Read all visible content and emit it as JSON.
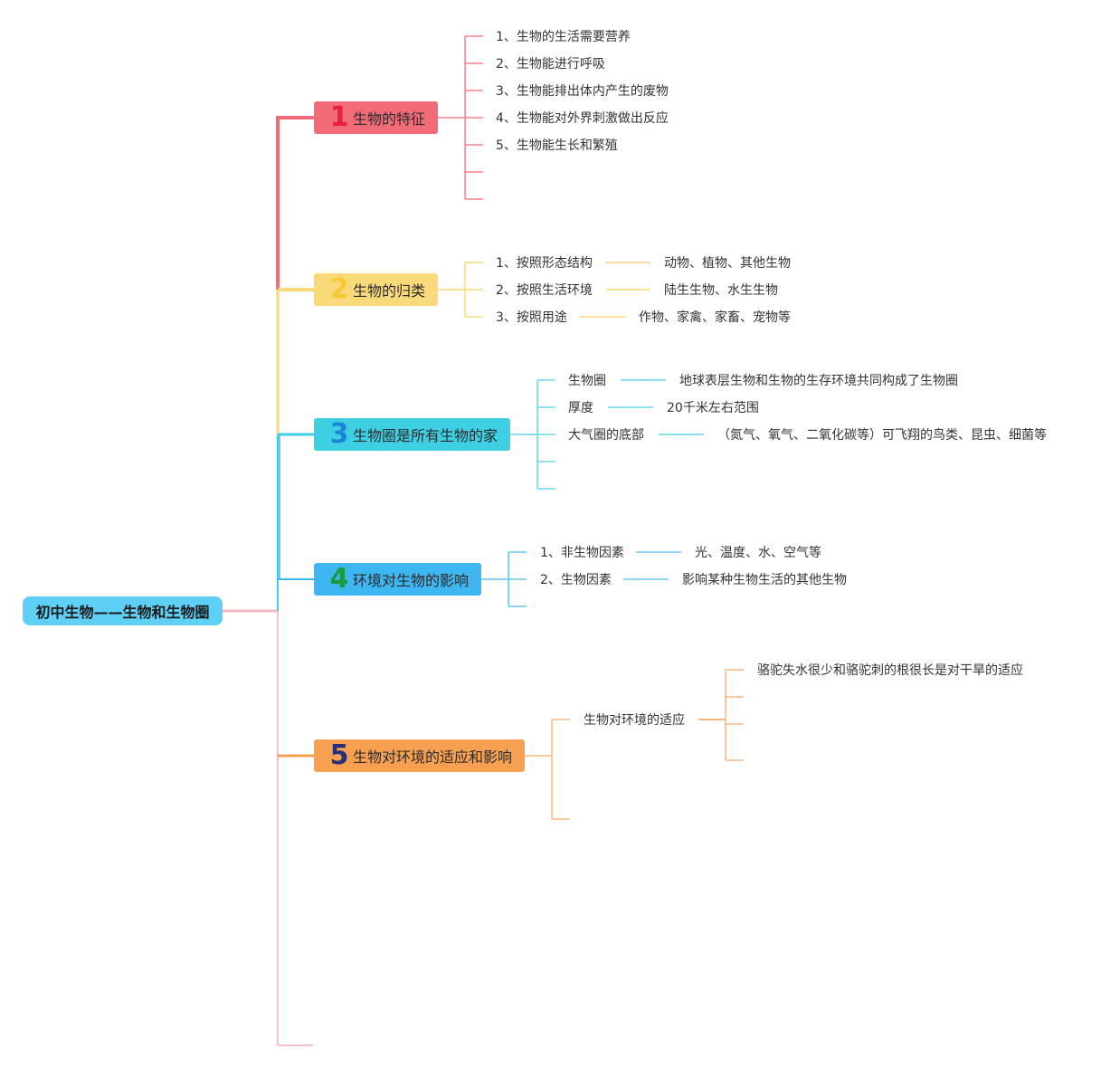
{
  "root": {
    "label": "初中生物——生物和生物圈",
    "color": "#5fd0f5"
  },
  "branches": [
    {
      "number": "1",
      "label": "生物的特征",
      "color": "#f26b78",
      "number_color": "#e8203c",
      "items": [
        "1、生物的生活需要营养",
        "2、生物能进行呼吸",
        "3、生物能排出体内产生的废物",
        "4、生物能对外界刺激做出反应",
        "5、生物能生长和繁殖"
      ]
    },
    {
      "number": "2",
      "label": "生物的归类",
      "color": "#fad97a",
      "number_color": "#f7c832",
      "items": [
        {
          "label": "1、按照形态结构",
          "detail": "动物、植物、其他生物"
        },
        {
          "label": "2、按照生活环境",
          "detail": "陆生生物、水生生物"
        },
        {
          "label": "3、按照用途",
          "detail": "作物、家禽、家畜、宠物等"
        }
      ]
    },
    {
      "number": "3",
      "label": "生物圈是所有生物的家",
      "color": "#3ecfe4",
      "number_color": "#1b86d8",
      "items": [
        {
          "label": "生物圈",
          "detail": "地球表层生物和生物的生存环境共同构成了生物圈"
        },
        {
          "label": "厚度",
          "detail": "20千米左右范围"
        },
        {
          "label": "大气圈的底部",
          "detail": "（氮气、氧气、二氧化碳等）可飞翔的鸟类、昆虫、细菌等"
        }
      ]
    },
    {
      "number": "4",
      "label": "环境对生物的影响",
      "color": "#3db6f2",
      "number_color": "#1a9a3c",
      "items": [
        {
          "label": "1、非生物因素",
          "detail": "光、温度、水、空气等"
        },
        {
          "label": "2、生物因素",
          "detail": "影响某种生物生活的其他生物"
        }
      ]
    },
    {
      "number": "5",
      "label": "生物对环境的适应和影响",
      "color": "#f7a052",
      "number_color": "#2a2f7a",
      "items": [
        {
          "label": "生物对环境的适应",
          "detail": "骆驼失水很少和骆驼刺的根很长是对干旱的适应"
        }
      ]
    }
  ],
  "trunk_colors": {
    "root_link": "#f4b8bf",
    "pink_tail": "#f6bcd6"
  }
}
